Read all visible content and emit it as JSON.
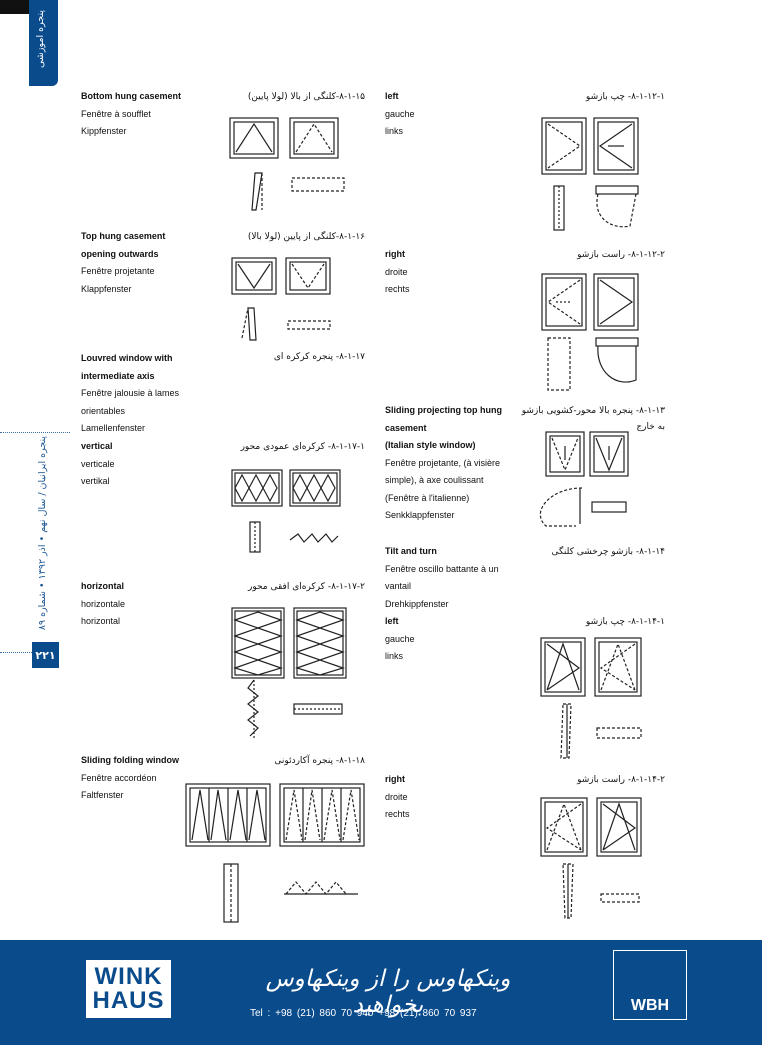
{
  "side": {
    "section": "پنجره اموزشی",
    "publication": "پنجره ایرانیان / سال نهم • اذر ۱۳۹۲ • شماره ۸۹",
    "page": "۲۲۱"
  },
  "left_col": {
    "s15": {
      "fa": "۸-۱-۱۵-کلنگی از بالا (لولا پایین)",
      "en1": "Bottom hung casement",
      "en2": "Fenêtre à soufflet",
      "en3": "Kippfenster"
    },
    "s16": {
      "fa": "۸-۱-۱۶-کلنگی از پایین (لولا بالا)",
      "en1": "Top hung casement",
      "en2": "opening outwards",
      "en3": "Fenêtre projetante",
      "en4": "Klappfenster"
    },
    "s17": {
      "fa": "۸-۱-۱۷- پنجره کرکره ای",
      "en1": "Louvred window with",
      "en2": "intermediate axis",
      "en3": "Fenêtre jalousie à lames",
      "en4": "orientables",
      "en5": "Lamellenfenster"
    },
    "s17_1": {
      "fa": "۸-۱-۱۷-۱- کرکره‌ای عمودی محور",
      "en1": "vertical",
      "en2": "verticale",
      "en3": "vertikal"
    },
    "s17_2": {
      "fa": "۸-۱-۱۷-۲- کرکره‌ای افقی محور",
      "en1": "horizontal",
      "en2": "horizontale",
      "en3": "horizontal"
    },
    "s18": {
      "fa": "۸-۱-۱۸- پنجره آکاردئونی",
      "en1": "Sliding folding window",
      "en2": "Fenêtre accordéon",
      "en3": "Faltfenster"
    }
  },
  "right_col": {
    "s12_1": {
      "fa": "۸-۱-۱۲-۱- چپ بازشو",
      "en1": "left",
      "en2": "gauche",
      "en3": "links"
    },
    "s12_2": {
      "fa": "۸-۱-۱۲-۲- راست بازشو",
      "en1": "right",
      "en2": "droite",
      "en3": "rechts"
    },
    "s13": {
      "fa": "۸-۱-۱۳- پنجره بالا محور-کشویی بازشو",
      "fa2": "به خارج",
      "en1": "Sliding projecting top hung",
      "en2": "casement",
      "en3": "(Italian style window)",
      "en4": "Fenêtre projetante, (à visière",
      "en5": "simple), à axe coulissant",
      "en6": "(Fenêtre à l'italienne)",
      "en7": "Senkklappfenster"
    },
    "s14": {
      "fa": "۸-۱-۱۴- بازشو چرخشی کلنگی",
      "en1": "Tilt and turn",
      "en2": "Fenêtre oscillo battante à un",
      "en3": "vantail",
      "en4": "Drehkippfenster"
    },
    "s14_1": {
      "fa": "۸-۱-۱۴-۱- چپ بازشو",
      "en1": "left",
      "en2": "gauche",
      "en3": "links"
    },
    "s14_2": {
      "fa": "۸-۱-۱۴-۲- راست بازشو",
      "en1": "right",
      "en2": "droite",
      "en3": "rechts"
    }
  },
  "footer": {
    "wink1": "WINK",
    "wink2": "HAUS",
    "slogan": "وینکهاوس را از وینکهاوس بخواهید",
    "tel": "Tel : +98 (21) 860 70 940      +98 (21) 860 70 937",
    "wbh": "WBH",
    "colors": {
      "brand_blue": "#0a4b8c",
      "text": "#111111"
    }
  }
}
